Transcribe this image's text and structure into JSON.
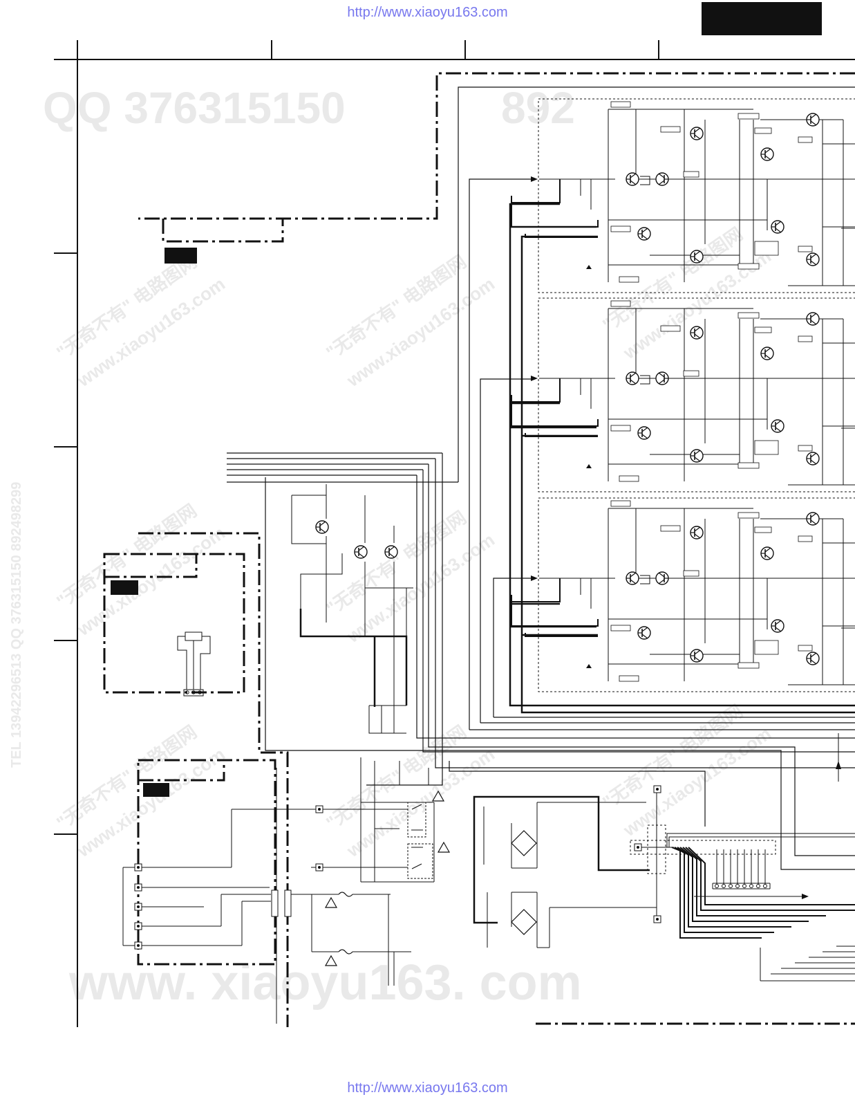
{
  "header": {
    "url_top": "http://www.xiaoyu163.com"
  },
  "footer": {
    "url_bottom": "http://www.xiaoyu163.com"
  },
  "watermarks": {
    "qq_line": "QQ 376315150",
    "qq_line_tail": "892",
    "site_large": "www. xiaoyu163. com",
    "site_tilted": "www.xiaoyu163.com",
    "cn_tilted": "\"无奇不有\" 电路图网",
    "left_vertical": "TEL 13942296513 QQ 376315150 892498299"
  },
  "colors": {
    "line": "#111111",
    "url": "#7777ee",
    "watermark": "#e9e9e9",
    "tag": "#111111"
  }
}
